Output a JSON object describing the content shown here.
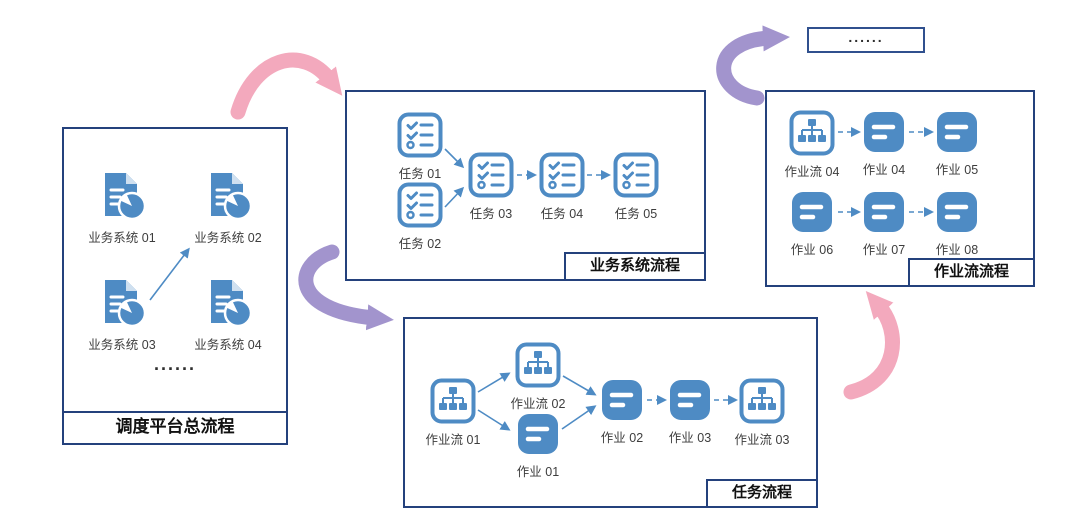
{
  "boxes": {
    "platform": {
      "title": "调度平台总流程",
      "nodes": [
        "业务系统 01",
        "业务系统 02",
        "业务系统 03",
        "业务系统 04"
      ],
      "ellipsis": "......"
    },
    "business": {
      "title": "业务系统流程",
      "nodes": [
        "任务 01",
        "任务 02",
        "任务 03",
        "任务 04",
        "任务 05"
      ]
    },
    "task": {
      "title": "任务流程",
      "nodes": [
        "作业流 01",
        "作业流 02",
        "作业 01",
        "作业 02",
        "作业 03",
        "作业流 03"
      ]
    },
    "jobflow": {
      "title": "作业流流程",
      "nodes": [
        "作业流 04",
        "作业 04",
        "作业 05",
        "作业 06",
        "作业 07",
        "作业 08"
      ]
    },
    "more": {
      "label": "......"
    }
  },
  "icons": {
    "system": "document-pie-chart-icon",
    "task": "checklist-icon",
    "workflow": "org-chart-icon",
    "job": "job-list-icon"
  },
  "colors": {
    "icon_blue": "#4e8bc4",
    "box_border": "#24417c",
    "arrow_pink": "#f3a9bd",
    "arrow_purple": "#a294cd",
    "connector_blue": "#4e8bc4"
  }
}
